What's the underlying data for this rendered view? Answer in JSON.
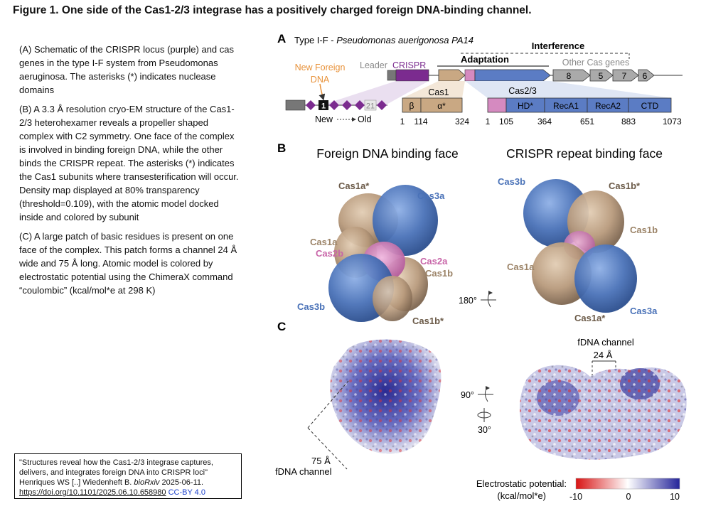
{
  "figure_title": "Figure 1. One side of the Cas1-2/3 integrase has a positively charged foreign DNA-binding channel.",
  "legend": {
    "a": "(A) Schematic of the CRISPR locus (purple) and cas genes in the type I-F system from Pseudomonas aeruginosa. The asterisks (*) indicates nuclease domains",
    "b": "(B) A 3.3 Å resolution cryo-EM structure of the Cas1-2/3 heterohexamer reveals a propeller shaped complex with C2 symmetry. One face of the complex is involved in binding foreign DNA, while the other binds the CRISPR repeat. The asterisks (*) indicates the Cas1 subunits where transesterification will occur. Density map displayed at 80% transparency (threshold=0.109), with the atomic model docked inside and colored by subunit",
    "c": "(C) A large patch of basic residues is present on one face of the complex. This patch forms a channel 24 Å wide and 75 Å long. Atomic model is colored by electrostatic potential using the ChimeraX command “coulombic” (kcal/mol*e at 298 K)"
  },
  "citation": {
    "line1": "\"Structures reveal how the Cas1-2/3 integrase captures, delivers, and integrates foreign DNA into CRISPR loci\"",
    "authors": "Henriques WS [..] Wiedenheft B. ",
    "journal": "bioRxiv",
    "date": " 2025-06-11.",
    "doi": "https://doi.org/10.1101/2025.06.10.658980",
    "license": "CC-BY 4.0"
  },
  "panel_a": {
    "label": "A",
    "type_prefix": "Type I-F - ",
    "organism": "Pseudomonas auerigonosa PA14",
    "new_foreign_dna": [
      "New Foreign",
      "DNA"
    ],
    "leader": "Leader",
    "crispr": "CRISPR",
    "adaptation": "Adaptation",
    "interference": "Interference",
    "other_cas_genes": "Other Cas genes",
    "gene_numbers": [
      "8",
      "5",
      "7",
      "6"
    ],
    "spacer_new": "1",
    "spacer_old": "21",
    "new": "New",
    "old": "Old",
    "cas1": "Cas1",
    "cas1_domains": [
      "β",
      "α*"
    ],
    "cas1_ticks": [
      "1",
      "114",
      "324"
    ],
    "cas23": "Cas2/3",
    "cas23_domains": [
      "HD*",
      "RecA1",
      "RecA2",
      "CTD"
    ],
    "cas23_ticks": [
      "1",
      "105",
      "364",
      "651",
      "883",
      "1073"
    ]
  },
  "panel_b": {
    "label": "B",
    "left_title": "Foreign DNA binding face",
    "right_title": "CRISPR repeat binding face",
    "left_labels": {
      "cas1a_star": "Cas1a*",
      "cas3a": "Cas3a",
      "cas1a": "Cas1a",
      "cas2b": "Cas2b",
      "cas2a": "Cas2a",
      "cas1b": "Cas1b",
      "cas3b": "Cas3b",
      "cas1b_star": "Cas1b*"
    },
    "right_labels": {
      "cas3b": "Cas3b",
      "cas1b_star": "Cas1b*",
      "cas1b": "Cas1b",
      "cas1a": "Cas1a",
      "cas1a_star": "Cas1a*",
      "cas3a": "Cas3a"
    },
    "rotation": "180°"
  },
  "panel_c": {
    "label": "C",
    "channel_length": "75 Å",
    "channel_label": "fDNA channel",
    "channel_title": "fDNA channel",
    "channel_width": "24 Å",
    "rotation1": "90°",
    "rotation2": "30°",
    "potential_label": "Electrostatic potential:",
    "potential_units": "(kcal/mol*e)",
    "scale_ticks": [
      "-10",
      "0",
      "10"
    ]
  },
  "colors": {
    "crispr_purple": "#7b2b8f",
    "cas1_tan": "#c9a883",
    "cas23_blue": "#5b7cc4",
    "cas2_pink": "#d58ac0",
    "cas3_blue": "#4a72b8",
    "cas1_brown": "#8a6e55",
    "foreign_dna_orange": "#e8923a",
    "negative_red": "#e02020",
    "positive_blue": "#2b2b9a"
  }
}
